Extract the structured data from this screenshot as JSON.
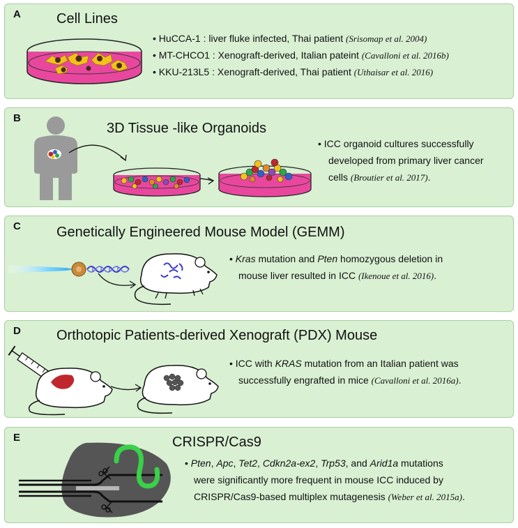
{
  "panels": {
    "a": {
      "letter": "A",
      "title": "Cell Lines",
      "bullets": [
        {
          "bullet": "•",
          "name": "HuCCA-1",
          "text": " : liver fluke infected, Thai patient ",
          "ref": "(Srisomap  et al. 2004)"
        },
        {
          "bullet": "•",
          "name": "MT-CHCO1",
          "text": " : Xenograft-derived, Italian pateint ",
          "ref": "(Cavalloni et al. 2016b)"
        },
        {
          "bullet": "•",
          "name": "KKU-213L5",
          "text": " : Xenograft-derived, Thai patient ",
          "ref": "(Uthaisar et al. 2016)"
        }
      ]
    },
    "b": {
      "letter": "B",
      "title": "3D Tissue -like Organoids",
      "bullet": "•",
      "lines": [
        "ICC organoid cultures successfully",
        "developed from primary liver cancer",
        "cells "
      ],
      "ref": "(Broutier et al. 2017)",
      "tail": "."
    },
    "c": {
      "letter": "C",
      "title": "Genetically Engineered Mouse Model (GEMM)",
      "bullet": "•",
      "l1_i1": "Kras",
      "l1_t1": " mutation and ",
      "l1_i2": "Pten",
      "l1_t2": " homozygous deletion in",
      "l2_t": "mouse liver resulted in ICC ",
      "ref": "(Ikenoue et al. 2016)",
      "tail": "."
    },
    "d": {
      "letter": "D",
      "title": "Orthotopic Patients-derived Xenograft (PDX) Mouse",
      "bullet": "•",
      "l1_t1": "ICC with ",
      "l1_i1": "KRAS",
      "l1_t2": " mutation from an Italian patient was",
      "l2_t": "successfully engrafted in mice  ",
      "ref": "(Cavalloni  et al. 2016a)",
      "tail": "."
    },
    "e": {
      "letter": "E",
      "title": "CRISPR/Cas9",
      "bullet": "•",
      "genes": [
        "Pten",
        ", ",
        "Apc",
        ", ",
        "Tet2",
        ", ",
        "Cdkn2a-ex2",
        ", ",
        "Trp53",
        ", and ",
        "Arid1a",
        " mutations"
      ],
      "l2": "were significantly more frequent in mouse ICC induced by",
      "l3": "CRISPR/Cas9-based multiplex mutagenesis ",
      "ref": "(Weber et al. 2015a)",
      "tail": "."
    }
  },
  "colors": {
    "panel_bg": "#d9f0d3",
    "panel_border": "#a9cfa0",
    "media_pink": "#e9479e",
    "cell_yellow": "#f2c21b",
    "liver_red": "#c0272d",
    "person_gray": "#9a9a9a",
    "crispr_green": "#39d04a",
    "dna_blue": "#3b3bd0"
  }
}
